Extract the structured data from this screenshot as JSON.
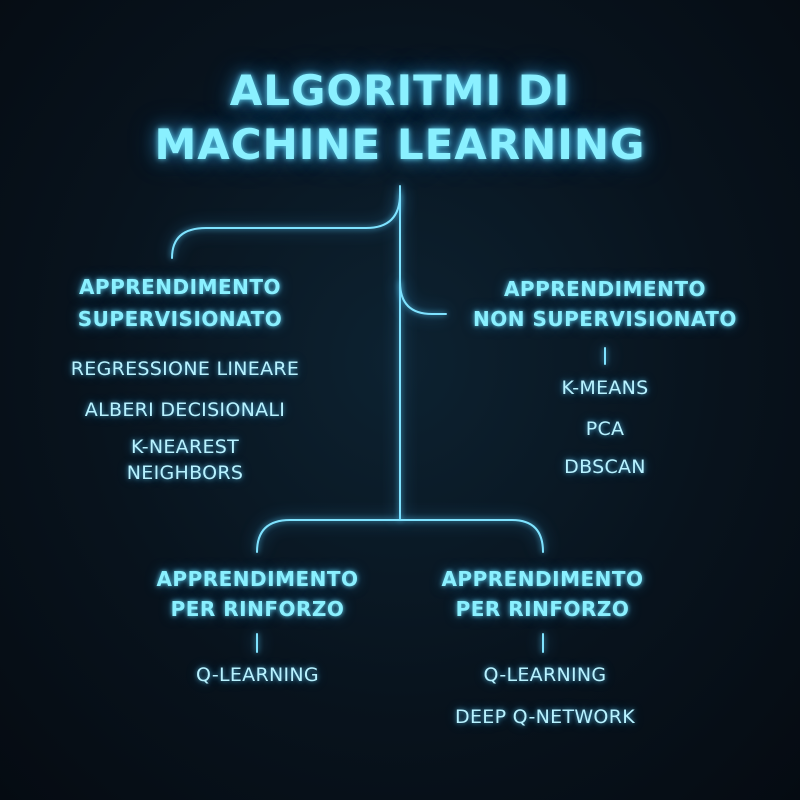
{
  "title": {
    "line1": "ALGORITMI DI",
    "line2": "MACHINE LEARNING"
  },
  "colors": {
    "background": "#08131d",
    "glow": "#8af0ff",
    "text": "#b8f2ff"
  },
  "branches": {
    "supervised": {
      "heading1": "APPRENDIMENTO",
      "heading2": "SUPERVISIONATO",
      "items": [
        "REGRESSIONE LINEARE",
        "ALBERI DECISIONALI",
        "K-NEAREST",
        "NEIGHBORS"
      ]
    },
    "unsupervised": {
      "heading1": "APPRENDIMENTO",
      "heading2": "NON SUPERVISIONATO",
      "items": [
        "K-MEANS",
        "PCA",
        "DBSCAN"
      ]
    },
    "reinforcement_left": {
      "heading1": "APPRENDIMENTO",
      "heading2": "PER RINFORZO",
      "items": [
        "Q-LEARNING"
      ]
    },
    "reinforcement_right": {
      "heading1": "APPRENDIMENTO",
      "heading2": "PER RINFORZO",
      "items": [
        "Q-LEARNING",
        "DEEP Q-NETWORK"
      ]
    }
  }
}
